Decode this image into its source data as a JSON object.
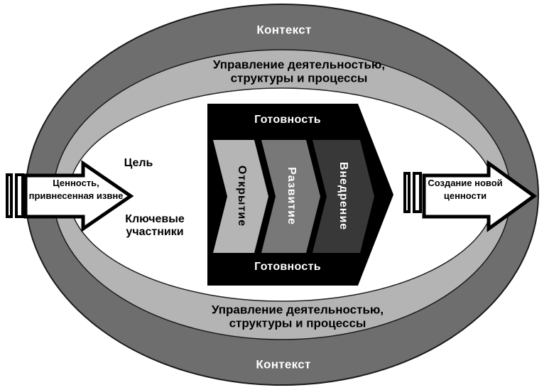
{
  "diagram": {
    "colors": {
      "outer_ring": "#6e6e6e",
      "middle_ring": "#b4b4b4",
      "inner_area": "#ffffff",
      "core_box": "#000000",
      "outline": "#1a1a1a",
      "arrow_fill": "#ffffff",
      "arrow_stroke": "#000000"
    },
    "outer_ring": {
      "label_top": "Контекст",
      "label_bottom": "Контекст"
    },
    "middle_ring": {
      "label_top": "Управление деятельностью,\nструктуры и процессы",
      "label_bottom": "Управление деятельностью,\nструктуры и процессы"
    },
    "inner_area": {
      "goal_label": "Цель",
      "participants_label": "Ключевые\nучастники"
    },
    "input_arrow": {
      "label": "Ценность,\nпривнесенная извне"
    },
    "output_arrow": {
      "label": "Создание новой\nценности"
    },
    "core_box": {
      "label_top": "Готовность",
      "label_bottom": "Готовность",
      "stages": [
        {
          "label": "Открытие",
          "color": "#b5b5b5",
          "text_color": "#000000"
        },
        {
          "label": "Развитие",
          "color": "#787878",
          "text_color": "#ffffff"
        },
        {
          "label": "Внедрение",
          "color": "#383838",
          "text_color": "#ffffff"
        }
      ]
    }
  }
}
